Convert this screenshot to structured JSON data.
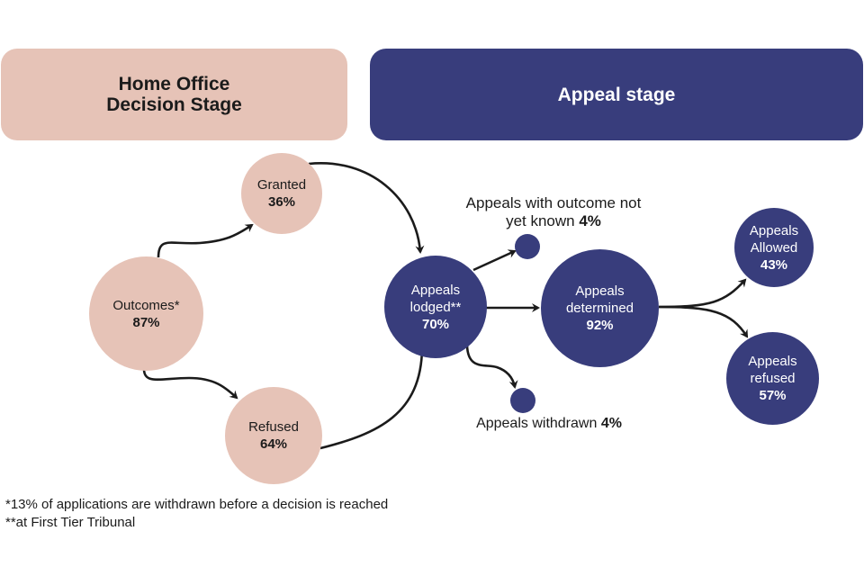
{
  "colors": {
    "home_office": "#e6c3b7",
    "appeal": "#383d7c",
    "arrow": "#1b1b1b"
  },
  "stages": {
    "home_office": {
      "line1": "Home Office",
      "line2": "Decision Stage"
    },
    "appeal": {
      "label": "Appeal stage"
    }
  },
  "nodes": {
    "outcomes": {
      "label": "Outcomes*",
      "value": "87%"
    },
    "granted": {
      "label": "Granted",
      "value": "36%"
    },
    "refused": {
      "label": "Refused",
      "value": "64%"
    },
    "lodged": {
      "line1": "Appeals",
      "line2": "lodged**",
      "value": "70%"
    },
    "not_known": {
      "line1": "Appeals with outcome not",
      "line2": "yet known",
      "value": "4%"
    },
    "withdrawn": {
      "label": "Appeals withdrawn",
      "value": "4%"
    },
    "determined": {
      "line1": "Appeals",
      "line2": "determined",
      "value": "92%"
    },
    "allowed": {
      "line1": "Appeals",
      "line2": "Allowed",
      "value": "43%"
    },
    "appeals_refused": {
      "line1": "Appeals",
      "line2": "refused",
      "value": "57%"
    }
  },
  "footnotes": [
    "*13% of applications are withdrawn before a decision is reached",
    "**at First Tier Tribunal"
  ]
}
